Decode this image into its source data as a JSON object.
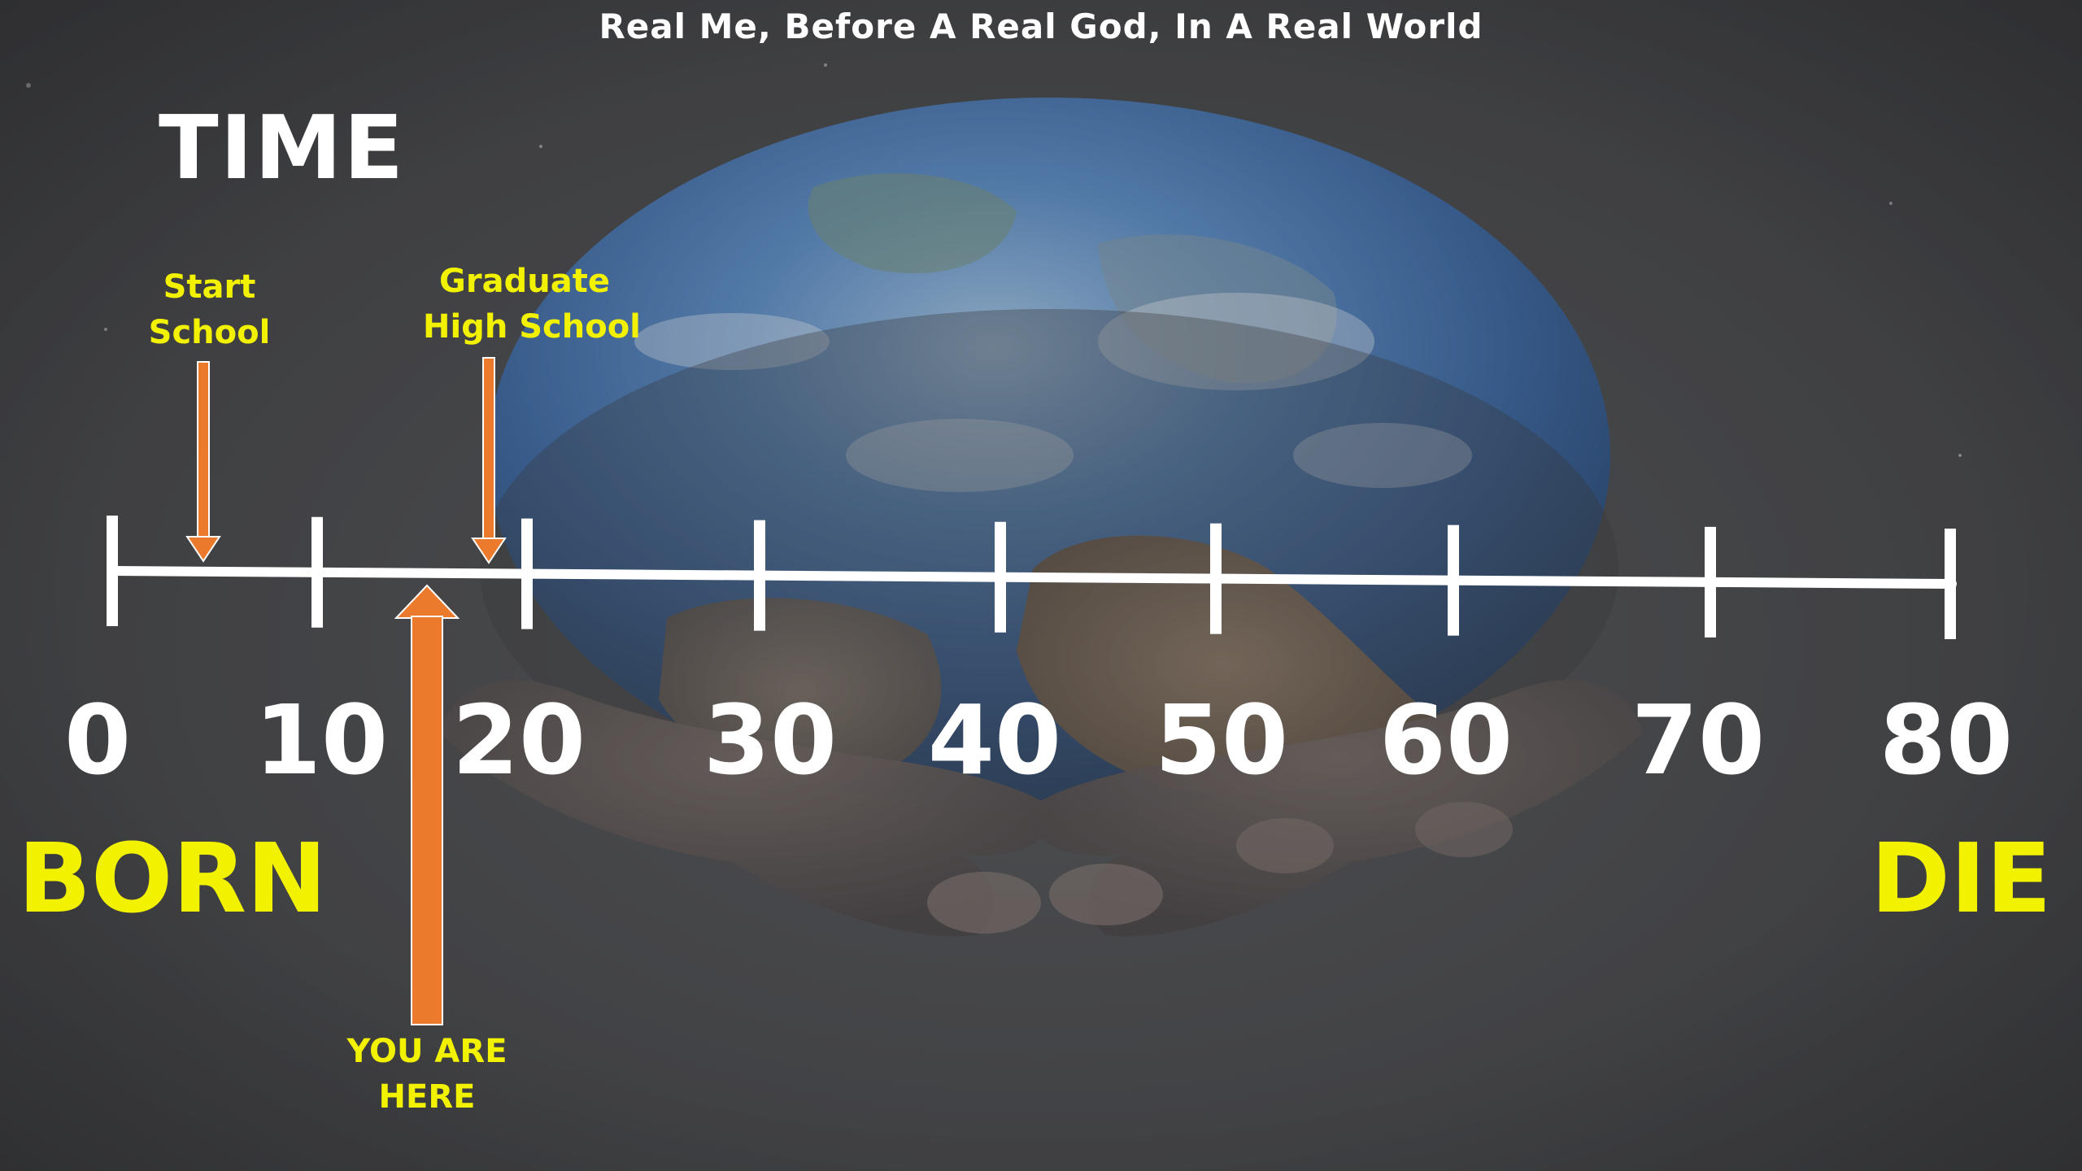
{
  "title": "Real Me, Before A Real God, In A Real World",
  "heading": "TIME",
  "timeline": {
    "min": 0,
    "max": 80,
    "ticks": [
      "0",
      "10",
      "20",
      "30",
      "40",
      "50",
      "60",
      "70",
      "80"
    ],
    "start_label": "BORN",
    "end_label": "DIE"
  },
  "markers": {
    "start_school": {
      "line1": "Start",
      "line2": "School"
    },
    "graduate": {
      "line1": "Graduate",
      "line2": "High School"
    },
    "you_are_here": {
      "line1": "YOU ARE",
      "line2": "HERE"
    }
  },
  "colors": {
    "arrow": "#ec7a2c",
    "label_yellow": "#f2f200",
    "timeline": "#ffffff"
  }
}
